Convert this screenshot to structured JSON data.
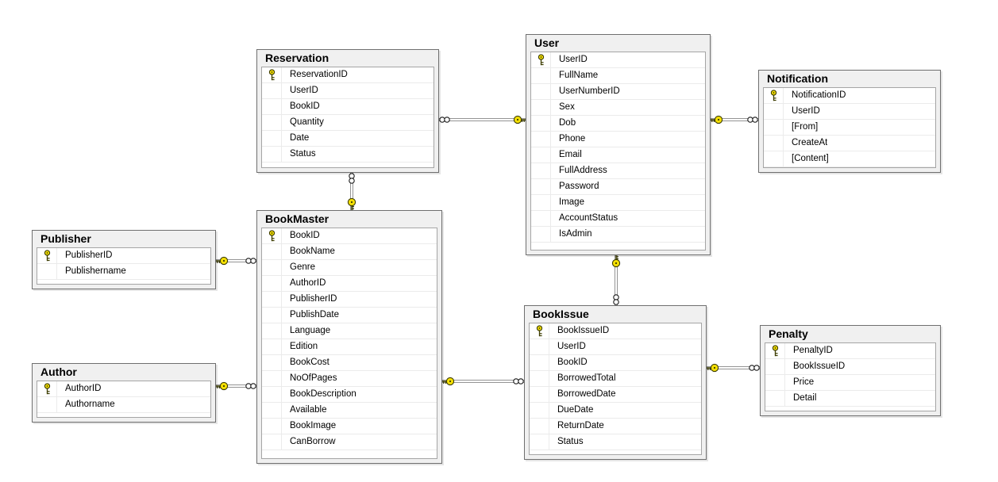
{
  "diagram": {
    "tables": [
      {
        "name": "Reservation",
        "columns": [
          {
            "name": "ReservationID",
            "pk": true
          },
          {
            "name": "UserID",
            "pk": false
          },
          {
            "name": "BookID",
            "pk": false
          },
          {
            "name": "Quantity",
            "pk": false
          },
          {
            "name": "Date",
            "pk": false
          },
          {
            "name": "Status",
            "pk": false
          }
        ]
      },
      {
        "name": "User",
        "columns": [
          {
            "name": "UserID",
            "pk": true
          },
          {
            "name": "FullName",
            "pk": false
          },
          {
            "name": "UserNumberID",
            "pk": false
          },
          {
            "name": "Sex",
            "pk": false
          },
          {
            "name": "Dob",
            "pk": false
          },
          {
            "name": "Phone",
            "pk": false
          },
          {
            "name": "Email",
            "pk": false
          },
          {
            "name": "FullAddress",
            "pk": false
          },
          {
            "name": "Password",
            "pk": false
          },
          {
            "name": "Image",
            "pk": false
          },
          {
            "name": "AccountStatus",
            "pk": false
          },
          {
            "name": "IsAdmin",
            "pk": false
          }
        ]
      },
      {
        "name": "Notification",
        "columns": [
          {
            "name": "NotificationID",
            "pk": true
          },
          {
            "name": "UserID",
            "pk": false
          },
          {
            "name": "[From]",
            "pk": false
          },
          {
            "name": "CreateAt",
            "pk": false
          },
          {
            "name": "[Content]",
            "pk": false
          }
        ]
      },
      {
        "name": "Publisher",
        "columns": [
          {
            "name": "PublisherID",
            "pk": true
          },
          {
            "name": "Publishername",
            "pk": false
          }
        ]
      },
      {
        "name": "BookMaster",
        "columns": [
          {
            "name": "BookID",
            "pk": true
          },
          {
            "name": "BookName",
            "pk": false
          },
          {
            "name": "Genre",
            "pk": false
          },
          {
            "name": "AuthorID",
            "pk": false
          },
          {
            "name": "PublisherID",
            "pk": false
          },
          {
            "name": "PublishDate",
            "pk": false
          },
          {
            "name": "Language",
            "pk": false
          },
          {
            "name": "Edition",
            "pk": false
          },
          {
            "name": "BookCost",
            "pk": false
          },
          {
            "name": "NoOfPages",
            "pk": false
          },
          {
            "name": "BookDescription",
            "pk": false
          },
          {
            "name": "Available",
            "pk": false
          },
          {
            "name": "BookImage",
            "pk": false
          },
          {
            "name": "CanBorrow",
            "pk": false
          }
        ]
      },
      {
        "name": "Author",
        "columns": [
          {
            "name": "AuthorID",
            "pk": true
          },
          {
            "name": "Authorname",
            "pk": false
          }
        ]
      },
      {
        "name": "BookIssue",
        "columns": [
          {
            "name": "BookIssueID",
            "pk": true
          },
          {
            "name": "UserID",
            "pk": false
          },
          {
            "name": "BookID",
            "pk": false
          },
          {
            "name": "BorrowedTotal",
            "pk": false
          },
          {
            "name": "BorrowedDate",
            "pk": false
          },
          {
            "name": "DueDate",
            "pk": false
          },
          {
            "name": "ReturnDate",
            "pk": false
          },
          {
            "name": "Status",
            "pk": false
          }
        ]
      },
      {
        "name": "Penalty",
        "columns": [
          {
            "name": "PenaltyID",
            "pk": true
          },
          {
            "name": "BookIssueID",
            "pk": false
          },
          {
            "name": "Price",
            "pk": false
          },
          {
            "name": "Detail",
            "pk": false
          }
        ]
      }
    ],
    "relations": [
      {
        "id": "user-reservation",
        "one": "User",
        "many": "Reservation"
      },
      {
        "id": "user-notification",
        "one": "User",
        "many": "Notification"
      },
      {
        "id": "bookmaster-reservation",
        "one": "BookMaster",
        "many": "Reservation"
      },
      {
        "id": "user-bookissue",
        "one": "User",
        "many": "BookIssue"
      },
      {
        "id": "publisher-bookmaster",
        "one": "Publisher",
        "many": "BookMaster"
      },
      {
        "id": "author-bookmaster",
        "one": "Author",
        "many": "BookMaster"
      },
      {
        "id": "bookmaster-bookissue",
        "one": "BookMaster",
        "many": "BookIssue"
      },
      {
        "id": "bookissue-penalty",
        "one": "BookIssue",
        "many": "Penalty"
      }
    ],
    "icons": {
      "primary_key": "key-icon",
      "one_end": "key-icon",
      "many_end": "infinity-icon"
    },
    "colors": {
      "key_fill": "#f5e003",
      "key_stroke": "#3c3c00",
      "line": "#949494",
      "table_bg": "#f0f0f0",
      "table_border": "#6f6f6f",
      "grid_border": "#a5a5a5",
      "row_separator": "#ebebeb",
      "many_fill": "#ffffff",
      "many_stroke": "#1a1a1a"
    }
  }
}
